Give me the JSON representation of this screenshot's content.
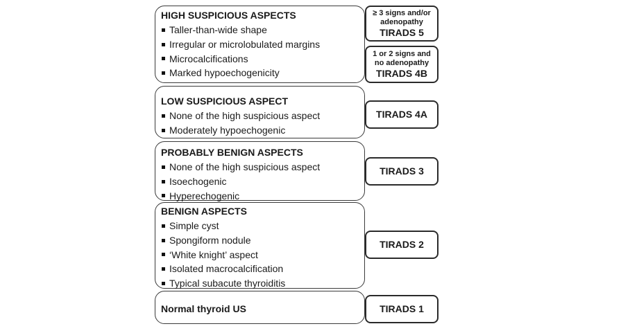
{
  "rows": [
    {
      "heading": "HIGH SUSPICIOUS ASPECTS",
      "items": [
        "Taller-than-wide shape",
        "Irregular or microlobulated margins",
        "Microcalcifications",
        "Marked hypoechogenicity"
      ]
    },
    {
      "heading": "LOW SUSPICIOUS ASPECT",
      "items": [
        "None of the high suspicious aspect",
        "Moderately hypoechogenic"
      ]
    },
    {
      "heading": "PROBABLY BENIGN ASPECTS",
      "items": [
        "None of the high suspicious aspect",
        "Isoechogenic",
        "Hyperechogenic"
      ]
    },
    {
      "heading": "BENIGN ASPECTS",
      "items": [
        "Simple cyst",
        "Spongiform nodule",
        "‘White knight’ aspect",
        "Isolated macrocalcification",
        "Typical subacute thyroiditis"
      ]
    },
    {
      "heading": "Normal thyroid US",
      "items": []
    }
  ],
  "tirads": {
    "t5": {
      "note_line1": "≥ 3 signs and/or",
      "note_line2": "adenopathy",
      "label": "TIRADS 5"
    },
    "t4b": {
      "note_line1": "1 or  2 signs and",
      "note_line2": "no adenopathy",
      "label": "TIRADS 4B"
    },
    "t4a": {
      "label": "TIRADS 4A"
    },
    "t3": {
      "label": "TIRADS 3"
    },
    "t2": {
      "label": "TIRADS 2"
    },
    "t1": {
      "label": "TIRADS 1"
    }
  }
}
